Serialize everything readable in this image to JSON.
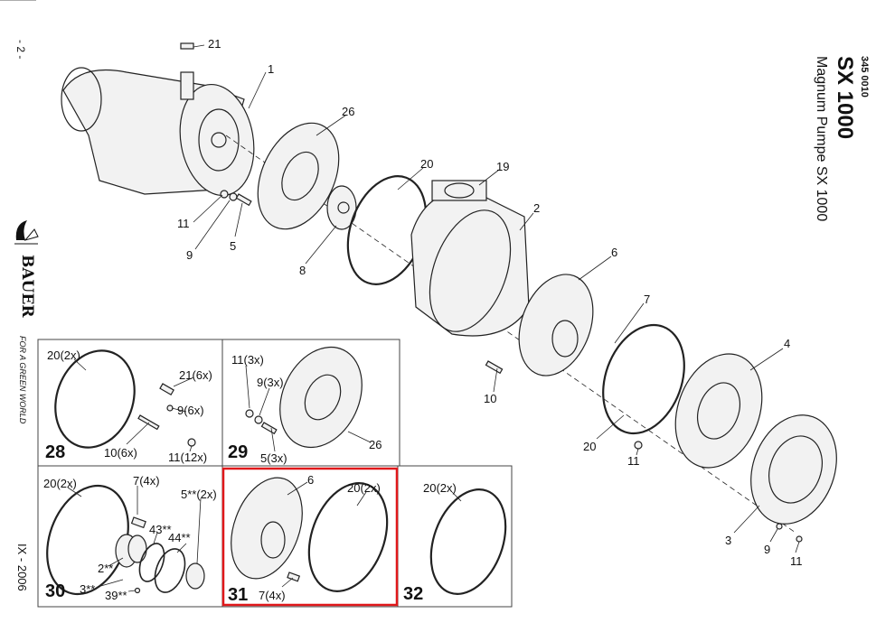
{
  "header": {
    "doc_number": "345 0010",
    "model": "SX 1000",
    "title": "Magnum Pumpe SX 1000"
  },
  "sidebar": {
    "page": "- 2 -",
    "brand": "BAUER",
    "slogan": "FOR A GREEN WORLD",
    "date": "IX - 2006"
  },
  "main_callouts": [
    "21",
    "1",
    "26",
    "20",
    "19",
    "2",
    "6",
    "7",
    "4",
    "11",
    "9",
    "5",
    "8",
    "10",
    "20",
    "11",
    "3",
    "9",
    "11"
  ],
  "kits": [
    {
      "number": "28",
      "items": [
        "20(2x)",
        "21(6x)",
        "9(6x)",
        "10(6x)",
        "11(12x)"
      ]
    },
    {
      "number": "29",
      "items": [
        "11(3x)",
        "9(3x)",
        "26",
        "5(3x)"
      ]
    },
    {
      "number": "30",
      "items": [
        "20(2x)",
        "7(4x)",
        "5**(2x)",
        "43**",
        "44**",
        "2**",
        "3**",
        "39**"
      ]
    },
    {
      "number": "31",
      "items": [
        "6",
        "20(2x)",
        "7(4x)"
      ],
      "highlighted": true
    },
    {
      "number": "32",
      "items": [
        "20(2x)"
      ]
    }
  ],
  "colors": {
    "highlight": "#e0181b"
  }
}
